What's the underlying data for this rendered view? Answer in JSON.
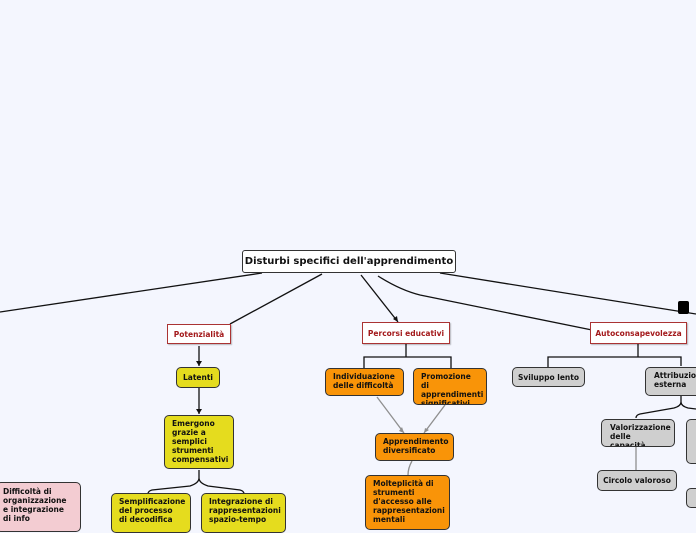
{
  "central": "Disturbi specifici dell'apprendimento",
  "branches": {
    "potenzialita": {
      "label": "Potenzialità",
      "latenti": "Latenti",
      "emergono": "Emergono grazie a semplici strumenti compensativi",
      "semplificazione": "Semplificazione del processo di decodifica",
      "integrazione": "Integrazione di rappresentazioni spazio-tempo",
      "difficolta": "Difficoltà di organizzazione e integrazione di info"
    },
    "percorsi": {
      "label": "Percorsi educativi",
      "individuazione": "Individuazione delle difficoltà",
      "promozione": "Promozione di apprendimenti significativi",
      "apprendimento": "Apprendimento diversificato",
      "molteplicita": "Molteplicità di strumenti d'accesso alle rappresentazioni mentali"
    },
    "autoconsapevolezza": {
      "label": "Autoconsapevolezza",
      "sviluppo": "Sviluppo lento",
      "attribuzione": "Attribuzione esterna",
      "valorizzazione": "Valorizzazione delle capacità",
      "circolo": "Circolo valoroso"
    }
  },
  "colors": {
    "background": "#f4f6fe",
    "main_topic_border": "#a33333",
    "yellow": "#e5dc1e",
    "orange": "#f99408",
    "grey": "#cfcfcf",
    "pink": "#f3ccd2"
  }
}
